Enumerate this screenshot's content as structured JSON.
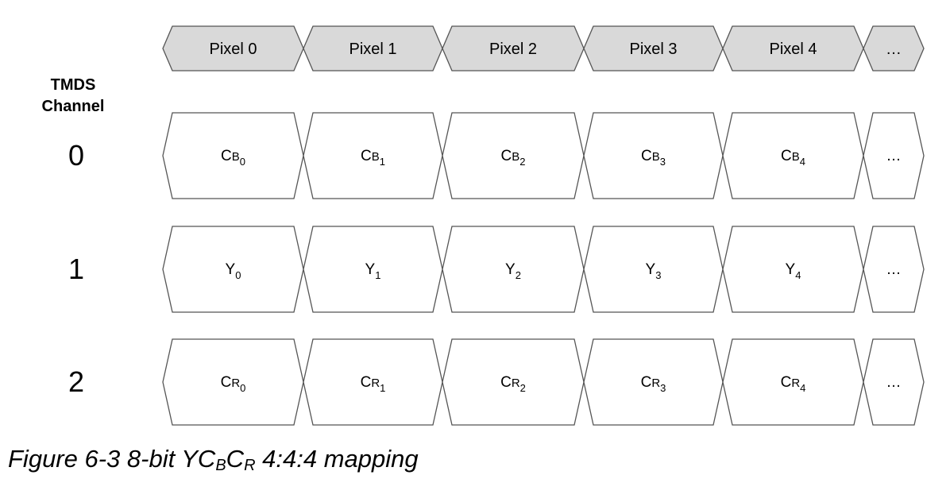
{
  "axis_title": {
    "line1": "TMDS",
    "line2": "Channel"
  },
  "pixel_row": [
    "Pixel 0",
    "Pixel 1",
    "Pixel 2",
    "Pixel 3",
    "Pixel 4",
    "…"
  ],
  "channels": [
    {
      "number": "0",
      "base": "C",
      "small": "B",
      "cells": [
        "0",
        "1",
        "2",
        "3",
        "4"
      ],
      "more": "…"
    },
    {
      "number": "1",
      "base": "Y",
      "small": "",
      "cells": [
        "0",
        "1",
        "2",
        "3",
        "4"
      ],
      "more": "…"
    },
    {
      "number": "2",
      "base": "C",
      "small": "R",
      "cells": [
        "0",
        "1",
        "2",
        "3",
        "4"
      ],
      "more": "…"
    }
  ],
  "caption": {
    "prefix": "Figure 6-3 8-bit YC",
    "sub1": "B",
    "mid": "C",
    "sub2": "R",
    "suffix": " 4:4:4 mapping"
  },
  "colors": {
    "pixel_fill": "#d9d9d9",
    "cell_fill": "#ffffff",
    "stroke": "#555555"
  }
}
